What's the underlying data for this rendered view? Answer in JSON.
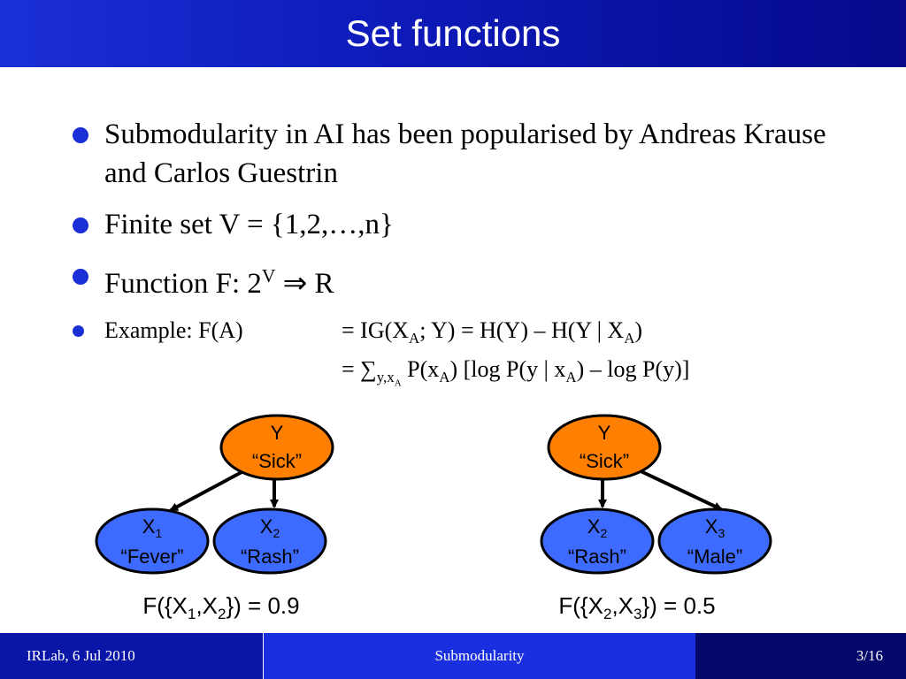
{
  "slide": {
    "title": "Set functions"
  },
  "bullets": {
    "b1": "Submodularity in AI has been popularised by Andreas Krause and Carlos Guestrin",
    "b2": "Finite set V = {1,2,…,n}",
    "b3_prefix": "Function F: 2",
    "b3_sup": "V",
    "b3_suffix": " ⇒ R",
    "example_label": "Example: F(A)",
    "eq1_a": "= IG(X",
    "eq1_b": "A",
    "eq1_c": "; Y) = H(Y) – H(Y | X",
    "eq1_d": "A",
    "eq1_e": ")",
    "eq2_a": "= ∑",
    "eq2_b": "y,x",
    "eq2_c": "A",
    "eq2_d": " P(x",
    "eq2_e": "A",
    "eq2_f": ") [log P(y | x",
    "eq2_g": "A",
    "eq2_h": ") – log P(y)]"
  },
  "graph_left": {
    "y_line1": "Y",
    "y_line2": "“Sick”",
    "n1_main": "X",
    "n1_sub": "1",
    "n1_line2": "“Fever”",
    "n2_main": "X",
    "n2_sub": "2",
    "n2_line2": "“Rash”",
    "f_a": "F({X",
    "f_b": "1",
    "f_c": ",X",
    "f_d": "2",
    "f_e": "}) = 0.9"
  },
  "graph_right": {
    "y_line1": "Y",
    "y_line2": "“Sick”",
    "n1_main": "X",
    "n1_sub": "2",
    "n1_line2": "“Rash”",
    "n2_main": "X",
    "n2_sub": "3",
    "n2_line2": "“Male”",
    "f_a": "F({X",
    "f_b": "2",
    "f_c": ",X",
    "f_d": "3",
    "f_e": "}) = 0.5"
  },
  "footer": {
    "left": "IRLab, 6 Jul 2010",
    "center": "Submodularity",
    "right": "3/16"
  },
  "colors": {
    "title_bg": "#0d1ab8",
    "bullet": "#1a2fd6",
    "node_orange": "#ff7f00",
    "node_blue": "#3d6bff"
  }
}
